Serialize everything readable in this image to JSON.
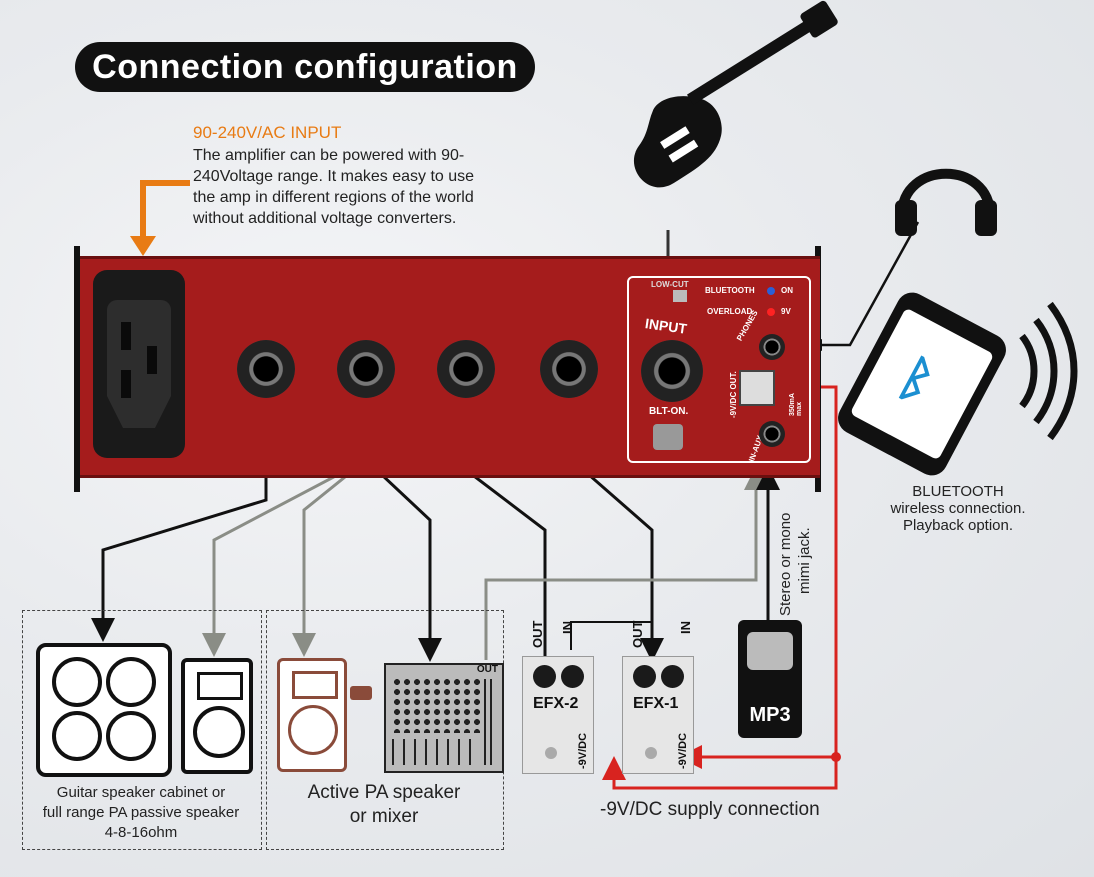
{
  "title": "Connection configuration",
  "power": {
    "heading": "90-240V/AC INPUT",
    "lines": [
      "The amplifier can be powered with 90-",
      "240Voltage range. It makes easy to use",
      "the amp in different regions of the world",
      "without  additional voltage converters."
    ]
  },
  "panel": {
    "low_cut": "LOW-CUT",
    "bluetooth": "BLUETOOTH",
    "bt_on": "ON",
    "overload": "OVERLOAD",
    "overload_v": "9V",
    "input": "INPUT",
    "phones": "PHONES",
    "dc_out": "-9V/DC OUT.",
    "dc_max": "350mA max",
    "in_aux": "IN-AUX",
    "blt_on": "BLT-ON."
  },
  "bluetooth_caption": [
    "BLUETOOTH",
    "wireless connection.",
    "Playback option."
  ],
  "mini_jack_caption": [
    "Stereo or mono",
    "mimi jack."
  ],
  "speaker_group_caption": [
    "Guitar speaker cabinet or",
    "full range PA passive speaker",
    "4-8-16ohm"
  ],
  "pa_group_caption": [
    "Active PA speaker",
    "or mixer"
  ],
  "mixer_out": "OUT",
  "pedals": [
    {
      "name": "EFX-2",
      "out": "OUT",
      "in": "IN",
      "dc": "-9V/DC"
    },
    {
      "name": "EFX-1",
      "out": "OUT",
      "in": "IN",
      "dc": "-9V/DC"
    }
  ],
  "mp3_label": "MP3",
  "supply_caption": "-9V/DC supply connection",
  "colors": {
    "panel_red": "#a51c1c",
    "accent_orange": "#e87b14",
    "wire_red": "#d8231f",
    "wire_gray": "#8a8d86",
    "wire_blue": "#1b8fd1"
  }
}
